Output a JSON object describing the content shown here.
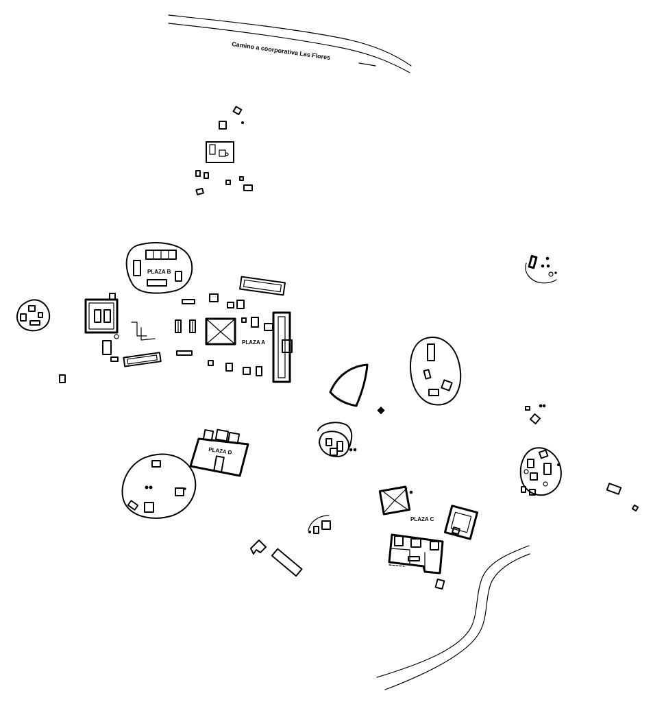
{
  "road_label": "Camino a coorporativa  Las Flores",
  "plazas": {
    "a": "PLAZA A",
    "b": "PLAZA B",
    "c": "PLAZA C",
    "d": "PLAZA D"
  },
  "colors": {
    "ink": "#000000",
    "paper": "#ffffff"
  }
}
